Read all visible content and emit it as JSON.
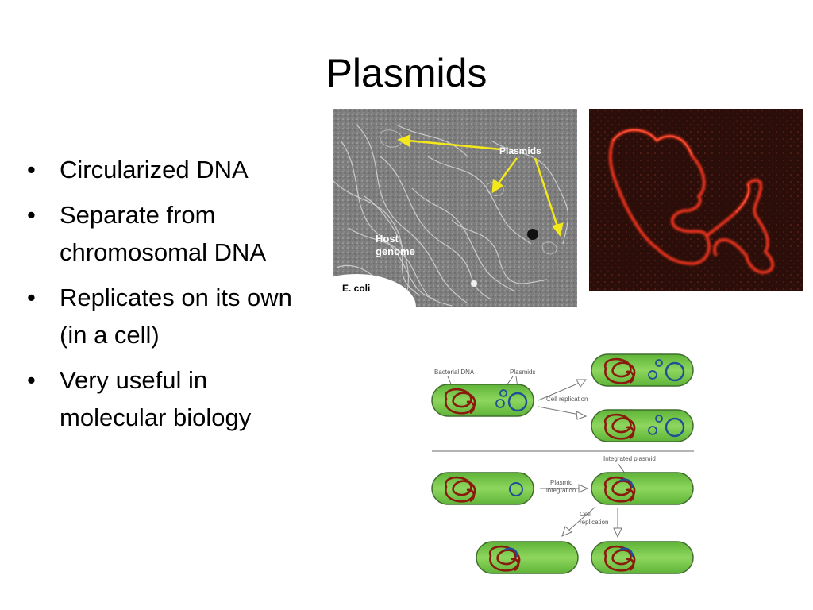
{
  "slide": {
    "title": "Plasmids",
    "bullets": [
      "Circularized DNA",
      "Separate from chromosomal DNA",
      "Replicates on its own (in a cell)",
      "Very useful in molecular biology"
    ]
  },
  "micrograph": {
    "label_plasmids": "Plasmids",
    "label_host_line1": "Host",
    "label_host_line2": "genome",
    "label_ecoli": "E. coli"
  },
  "diagram": {
    "label_bacterial_dna": "Bacterial DNA",
    "label_plasmids": "Plasmids",
    "label_cell_replication": "Cell replication",
    "label_integrated_plasmid": "Integrated plasmid",
    "label_plasmid_integration_line1": "Plasmid",
    "label_plasmid_integration_line2": "integration",
    "label_cell_line1": "Cell",
    "label_replication_line2": "replication"
  },
  "colors": {
    "cell_green": "#79c64f",
    "dna_red": "#8b1a0e",
    "plasmid_blue": "#1f4f96",
    "arrow_yellow": "#f4e81b",
    "fluor_red": "#e6331f"
  }
}
